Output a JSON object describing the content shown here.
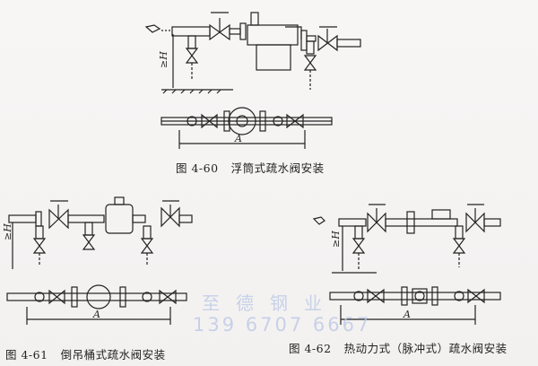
{
  "figures": [
    {
      "number": "图 4-60",
      "title": "浮筒式疏水阀安装",
      "height_label": "≥H",
      "dimension_label": "A"
    },
    {
      "number": "图 4-61",
      "title": "倒吊桶式疏水阀安装",
      "height_label": "≥H",
      "dimension_label": "A"
    },
    {
      "number": "图 4-62",
      "title": "热动力式（脉冲式）疏水阀安装",
      "height_label": "≥H",
      "dimension_label": "A"
    }
  ],
  "watermark": {
    "name": "至德钢业",
    "phone": "139 6707 6667"
  }
}
